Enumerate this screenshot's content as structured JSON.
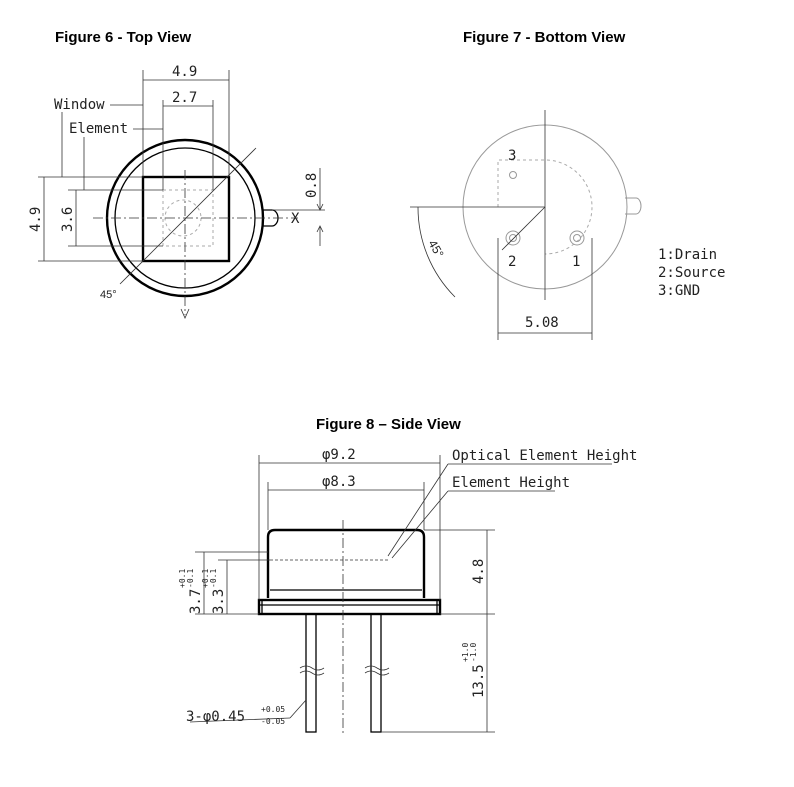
{
  "fig6": {
    "title": "Figure 6 - Top View",
    "dim_4_9_top": "4.9",
    "dim_2_7": "2.7",
    "window_label": "Window",
    "element_label": "Element",
    "dim_4_9_left": "4.9",
    "dim_3_6": "3.6",
    "dim_0_8": "0.8",
    "x_axis": "X",
    "y_axis": "Y",
    "angle": "45°"
  },
  "fig7": {
    "title": "Figure 7 - Bottom View",
    "pin3": "3",
    "pin2": "2",
    "pin1": "1",
    "angle": "45°",
    "dim_5_08": "5.08",
    "legend": [
      "1:Drain",
      "2:Source",
      "3:GND"
    ]
  },
  "fig8": {
    "title": "Figure 8 – Side View",
    "dim_phi_9_2": "φ9.2",
    "dim_phi_8_3": "φ8.3",
    "optical_label": "Optical Element Height",
    "element_label": "Element Height",
    "dim_4_8": "4.8",
    "dim_3_7": "3.7",
    "dim_3_7_tol_plus": "+0.1",
    "dim_3_7_tol_minus": "-0.1",
    "dim_3_3": "3.3",
    "dim_3_3_tol_plus": "+0.1",
    "dim_3_3_tol_minus": "-0.1",
    "dim_13_5": "13.5",
    "dim_13_5_tol_plus": "+1.0",
    "dim_13_5_tol_minus": "-1.0",
    "lead_dim": "3-φ0.45",
    "lead_tol_plus": "+0.05",
    "lead_tol_minus": "-0.05"
  }
}
